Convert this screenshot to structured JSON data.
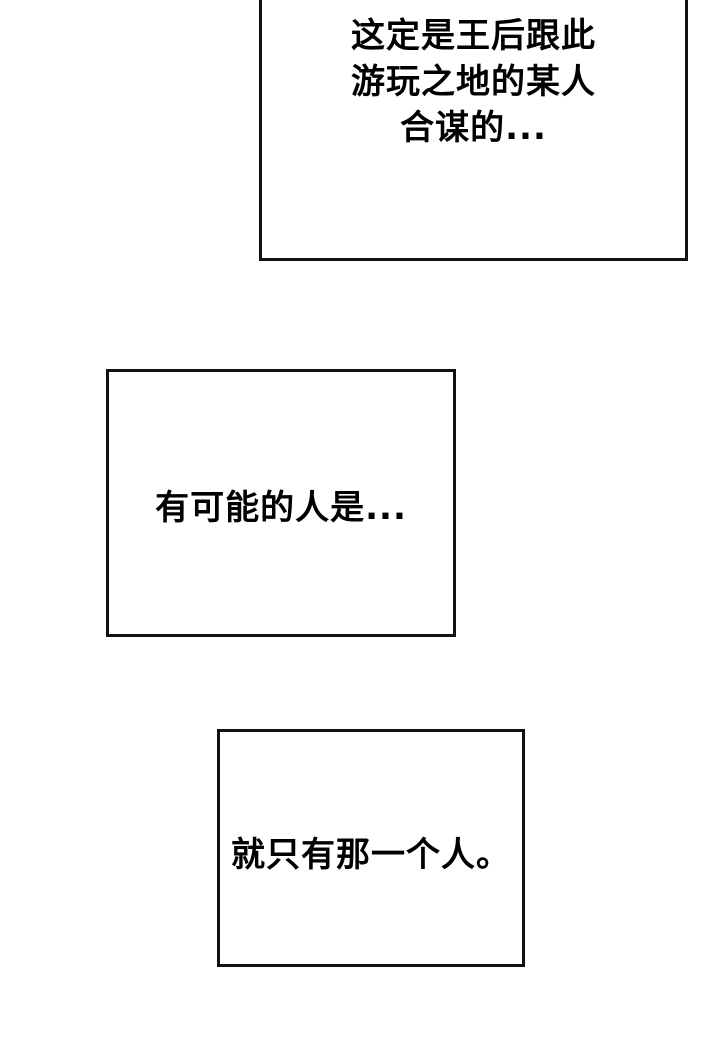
{
  "panels": [
    {
      "text": "这定是王后跟此\n游玩之地的某人\n合谋的..."
    },
    {
      "text": "有可能的人是..."
    },
    {
      "text": "就只有那一个人。"
    }
  ],
  "colors": {
    "background": "#ffffff",
    "border": "#111111",
    "text": "#000000"
  }
}
